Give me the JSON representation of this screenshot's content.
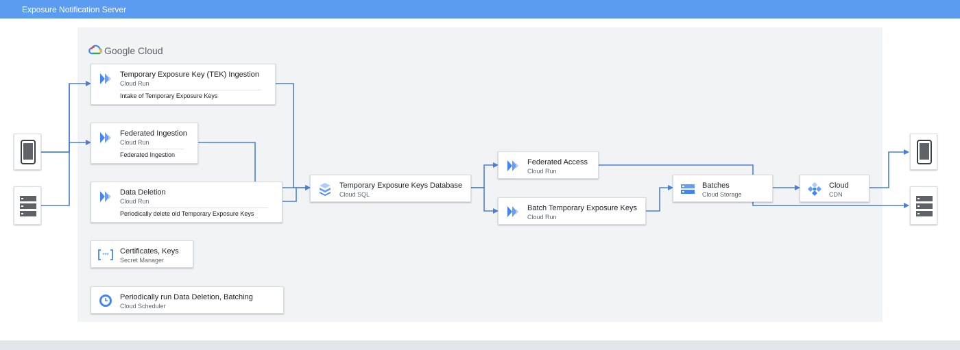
{
  "window": {
    "title": "Exposure Notification Server"
  },
  "platform": {
    "name": "Google Cloud"
  },
  "nodes": {
    "tek": {
      "title": "Temporary Exposure Key (TEK) Ingestion",
      "subtitle": "Cloud Run",
      "description": "Intake of Temporary Exposure Keys",
      "icon": "cloud-run-icon"
    },
    "federated_ingestion": {
      "title": "Federated Ingestion",
      "subtitle": "Cloud Run",
      "description": "Federated Ingestion",
      "icon": "cloud-run-icon"
    },
    "data_deletion": {
      "title": "Data Deletion",
      "subtitle": "Cloud Run",
      "description": "Periodically delete old Temporary Exposure Keys",
      "icon": "cloud-run-icon"
    },
    "secret_manager": {
      "title": "Certificates, Keys",
      "subtitle": "Secret Manager",
      "icon": "secret-manager-icon"
    },
    "scheduler": {
      "title": "Periodically run Data Deletion, Batching",
      "subtitle": "Cloud Scheduler",
      "icon": "cloud-scheduler-icon"
    },
    "database": {
      "title": "Temporary Exposure Keys Database",
      "subtitle": "Cloud SQL",
      "icon": "cloud-sql-icon"
    },
    "federated_access": {
      "title": "Federated Access",
      "subtitle": "Cloud Run",
      "icon": "cloud-run-icon"
    },
    "batch": {
      "title": "Batch Temporary Exposure Keys",
      "subtitle": "Cloud Run",
      "icon": "cloud-run-icon"
    },
    "batches": {
      "title": "Batches",
      "subtitle": "Cloud Storage",
      "icon": "cloud-storage-icon"
    },
    "cdn": {
      "title": "Cloud",
      "subtitle": "CDN",
      "icon": "cloud-cdn-icon"
    }
  },
  "external": {
    "mobile_left": {
      "icon": "mobile-device-icon"
    },
    "server_left": {
      "icon": "server-icon"
    },
    "mobile_right": {
      "icon": "mobile-device-icon"
    },
    "server_right": {
      "icon": "server-icon"
    }
  },
  "colors": {
    "header": "#5b9cf0",
    "arrow": "#4a7fd4",
    "panel": "#f1f3f4",
    "cloud_run": "#4285f4"
  }
}
